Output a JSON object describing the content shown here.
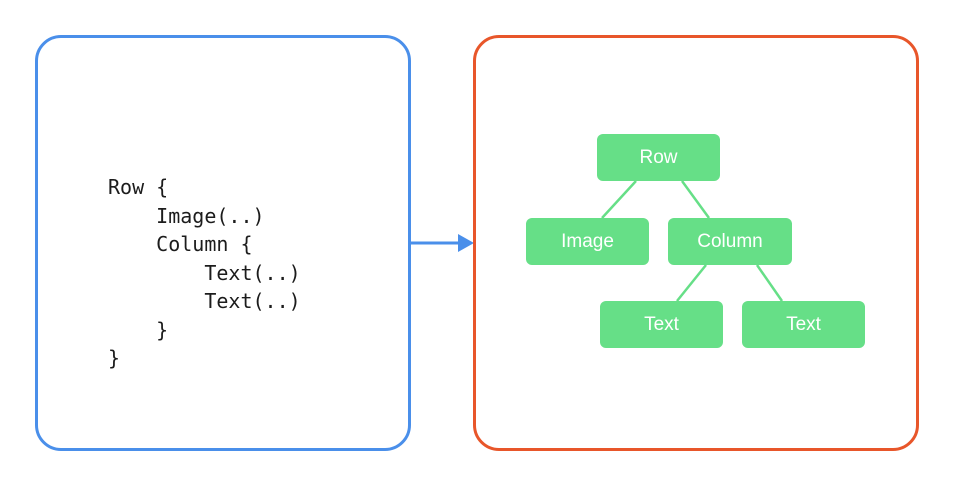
{
  "code": {
    "lines": [
      "Row {",
      "    Image(..)",
      "    Column {",
      "        Text(..)",
      "        Text(..)",
      "    }",
      "}"
    ]
  },
  "tree": {
    "nodes": {
      "row": "Row",
      "image": "Image",
      "column": "Column",
      "text_1": "Text",
      "text_2": "Text"
    }
  },
  "colors": {
    "code_panel_border": "#4a8fea",
    "tree_panel_border": "#e8562a",
    "arrow": "#4a8fea",
    "node_fill": "#66df87",
    "node_text": "#ffffff",
    "edge": "#66df87"
  }
}
